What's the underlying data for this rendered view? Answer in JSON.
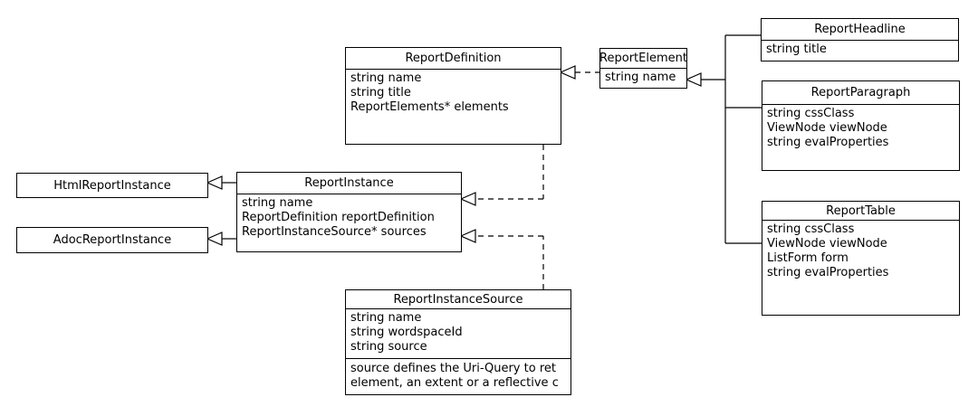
{
  "colors": {
    "background": "#ffffff",
    "line": "#000000",
    "text": "#000000"
  },
  "classes": [
    {
      "name": "ReportDefinition",
      "attributes": [
        "string name",
        "string title",
        "ReportElements* elements"
      ]
    },
    {
      "name": "ReportElement",
      "attributes": [
        "string name"
      ]
    },
    {
      "name": "ReportHeadline",
      "attributes": [
        "string title"
      ]
    },
    {
      "name": "ReportParagraph",
      "attributes": [
        "string cssClass",
        "ViewNode viewNode",
        "string evalProperties"
      ]
    },
    {
      "name": "ReportTable",
      "attributes": [
        "string cssClass",
        "ViewNode viewNode",
        "ListForm form",
        "string evalProperties"
      ]
    },
    {
      "name": "HtmlReportInstance",
      "attributes": []
    },
    {
      "name": "AdocReportInstance",
      "attributes": []
    },
    {
      "name": "ReportInstance",
      "attributes": [
        "string name",
        "ReportDefinition reportDefinition",
        "ReportInstanceSource* sources"
      ]
    },
    {
      "name": "ReportInstanceSource",
      "attributes": [
        "string name",
        "string wordspaceId",
        "string source"
      ],
      "note_lines": [
        "source defines the Uri-Query to ret",
        "element, an extent or a reflective c"
      ]
    }
  ],
  "arrows": [
    {
      "from": "ReportElement",
      "to": "ReportDefinition",
      "line": "dashed",
      "head": "hollow-triangle"
    },
    {
      "from": "ReportHeadline",
      "to": "ReportElement",
      "line": "solid",
      "head": "hollow-triangle"
    },
    {
      "from": "ReportParagraph",
      "to": "ReportElement",
      "line": "solid",
      "head": "hollow-triangle"
    },
    {
      "from": "ReportTable",
      "to": "ReportElement",
      "line": "solid",
      "head": "hollow-triangle"
    },
    {
      "from": "ReportInstance",
      "to": "HtmlReportInstance",
      "line": "solid",
      "head": "hollow-triangle"
    },
    {
      "from": "ReportInstance",
      "to": "AdocReportInstance",
      "line": "solid",
      "head": "hollow-triangle"
    },
    {
      "from": "ReportDefinition",
      "to": "ReportInstance",
      "line": "dashed",
      "head": "hollow-triangle"
    },
    {
      "from": "ReportInstanceSource",
      "to": "ReportInstance",
      "line": "dashed",
      "head": "hollow-triangle"
    }
  ]
}
